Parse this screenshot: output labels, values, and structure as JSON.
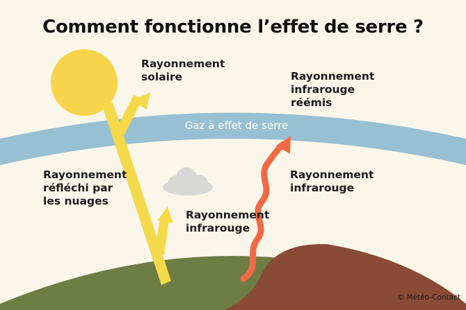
{
  "title": "Comment  fonctionne l’effet de serre ?",
  "labels": {
    "solar": "Rayonnement\nsolaire",
    "infrared_reemitted": "Rayonnement\ninfrarouge\nréémis",
    "greenhouse_gas": "Gaz à effet de serre",
    "reflected_clouds": "Rayonnement\nréfléchi par\nles nuages",
    "infrared_right": "Rayonnement\ninfrarouge",
    "infrared_center": "Rayonnement\ninfrarouge"
  },
  "credit": "© Météo-Contact",
  "icons": [
    "sun-icon",
    "cloud-icon"
  ],
  "colors": {
    "background": "#fbf6ea",
    "sun": "#f7d44c",
    "solar_ray": "#f4d94a",
    "atmosphere_band": "#97c0d2",
    "infrared_ray": "#f06a45",
    "ground_green": "#6e7d43",
    "ground_brown": "#8a4b36",
    "cloud": "#d8d8d6"
  }
}
